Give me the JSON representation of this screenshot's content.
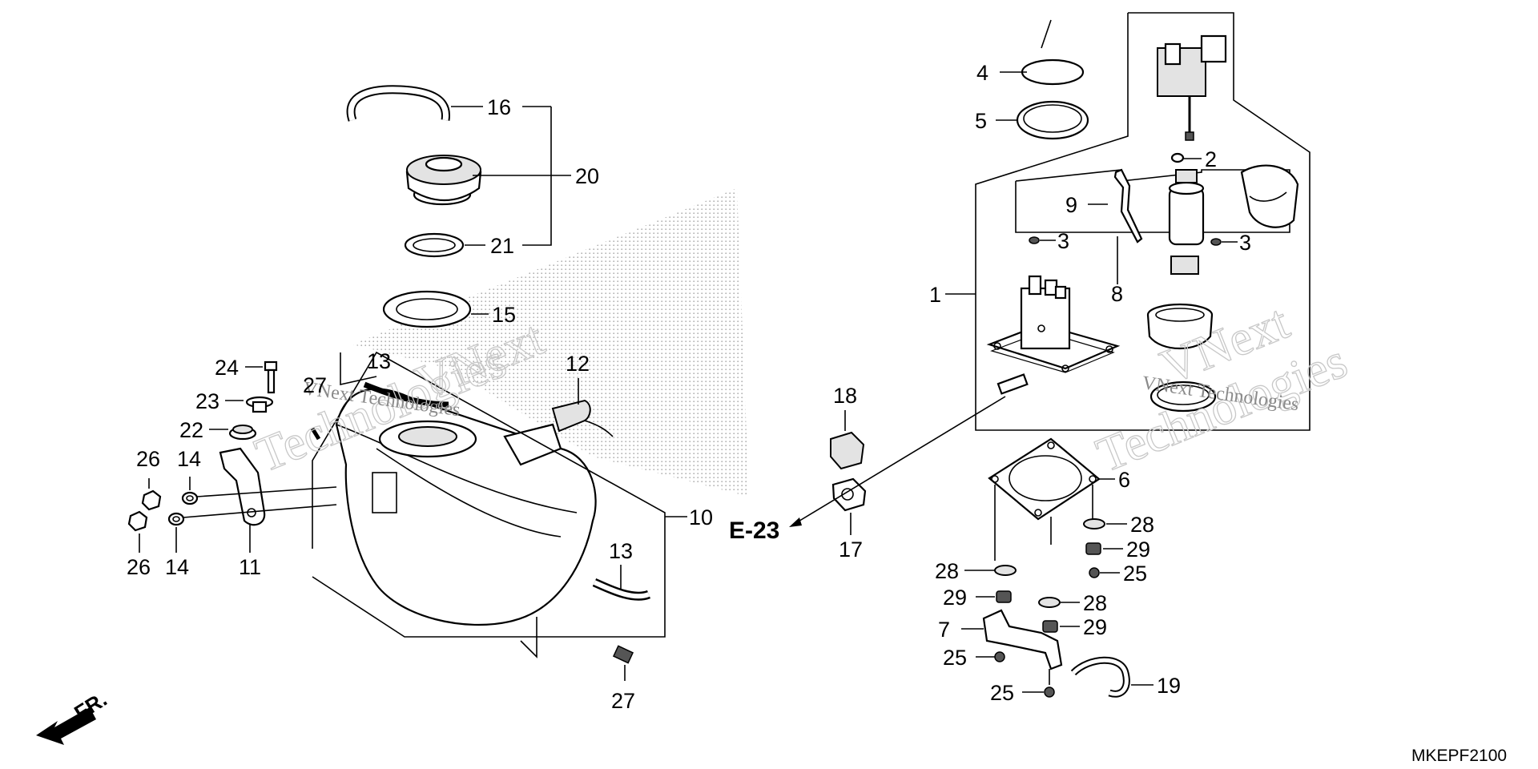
{
  "diagram": {
    "callouts": {
      "c1": "1",
      "c2": "2",
      "c3a": "3",
      "c3b": "3",
      "c4": "4",
      "c5": "5",
      "c6": "6",
      "c7": "7",
      "c8": "8",
      "c9": "9",
      "c10": "10",
      "c11": "11",
      "c12": "12",
      "c13a": "13",
      "c13b": "13",
      "c14a": "14",
      "c14b": "14",
      "c15": "15",
      "c16": "16",
      "c17": "17",
      "c18": "18",
      "c19": "19",
      "c20": "20",
      "c21": "21",
      "c22": "22",
      "c23": "23",
      "c24": "24",
      "c25a": "25",
      "c25b": "25",
      "c25c": "25",
      "c26a": "26",
      "c26b": "26",
      "c27a": "27",
      "c27b": "27",
      "c28a": "28",
      "c28b": "28",
      "c28c": "28",
      "c29a": "29",
      "c29b": "29",
      "c29c": "29"
    },
    "reference_label": "E-23",
    "front_label": "FR.",
    "diagram_code": "MKEPF2100"
  },
  "watermark": {
    "brand": "VNext",
    "company": "Technologies",
    "line": "VNext Technologies"
  }
}
